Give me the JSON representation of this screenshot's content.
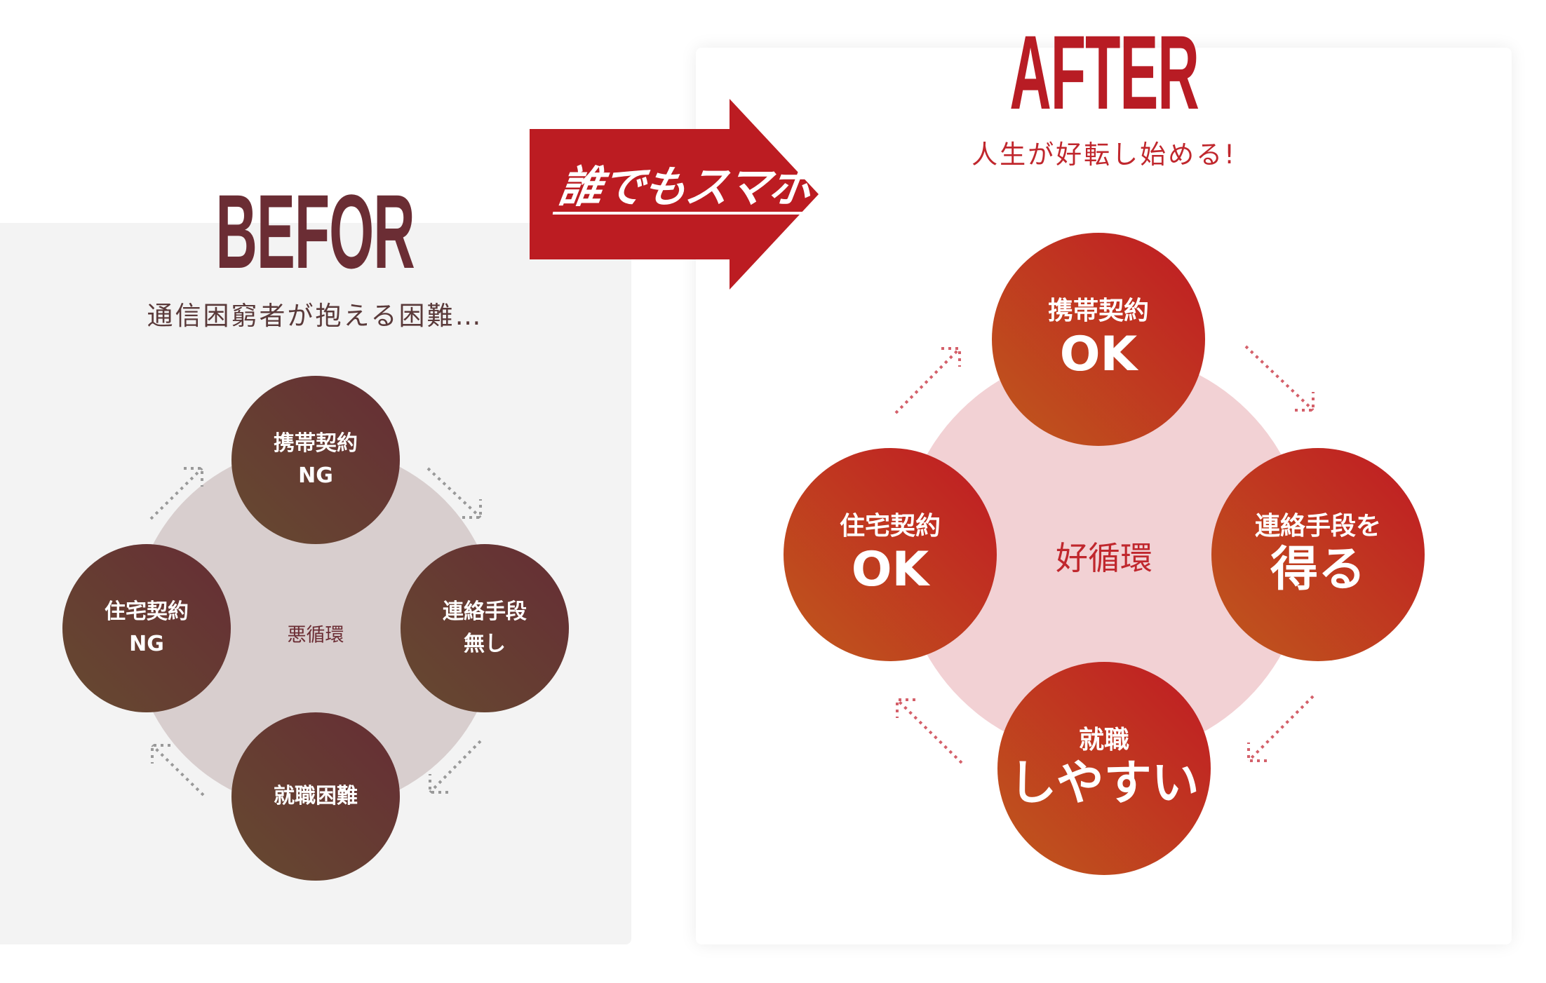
{
  "before": {
    "title": "BEFOR",
    "subtitle": "通信困窮者が抱える困難…",
    "center_label": "悪循環",
    "circles": {
      "top": [
        "携帯契約",
        "NG"
      ],
      "right": [
        "連絡手段",
        "無し"
      ],
      "bottom": [
        "就職困難"
      ],
      "left": [
        "住宅契約",
        "NG"
      ]
    }
  },
  "transition": {
    "label": "誰でもスマホ",
    "color": "#bc1c22"
  },
  "after": {
    "title": "AFTER",
    "subtitle": "人生が好転し始める!",
    "center_label": "好循環",
    "circles": {
      "top": [
        "携帯契約",
        "OK"
      ],
      "right": [
        "連絡手段を",
        "得る"
      ],
      "bottom": [
        "就職",
        "しやすい"
      ],
      "left": [
        "住宅契約",
        "OK"
      ]
    }
  },
  "colors": {
    "before_accent": "#6b2d34",
    "after_accent": "#b81c24",
    "before_ring": "#d8cece",
    "after_ring": "#f2d1d4"
  }
}
